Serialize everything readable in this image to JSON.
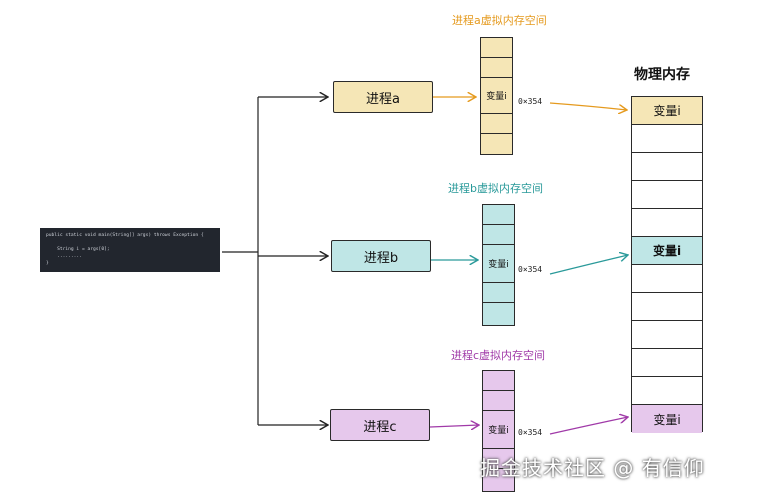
{
  "code": {
    "line1": "public static void main(String[] args) throws Exception {",
    "line2": "    String i = args[0];",
    "line3": "    .........",
    "line4": "}"
  },
  "processes": [
    {
      "label": "进程a",
      "space_title": "进程a虚拟内存空间",
      "var_label": "变量i",
      "address": "0×354",
      "color": "#e59a1e"
    },
    {
      "label": "进程b",
      "space_title": "进程b虚拟内存空间",
      "var_label": "变量i",
      "address": "0×354",
      "color": "#2a9a9a"
    },
    {
      "label": "进程c",
      "space_title": "进程c虚拟内存空间",
      "var_label": "变量i",
      "address": "0×354",
      "color": "#a03aa8"
    }
  ],
  "physical": {
    "title": "物理内存",
    "var_label": "变量i"
  },
  "watermark": "掘金技术社区 @ 有信仰"
}
